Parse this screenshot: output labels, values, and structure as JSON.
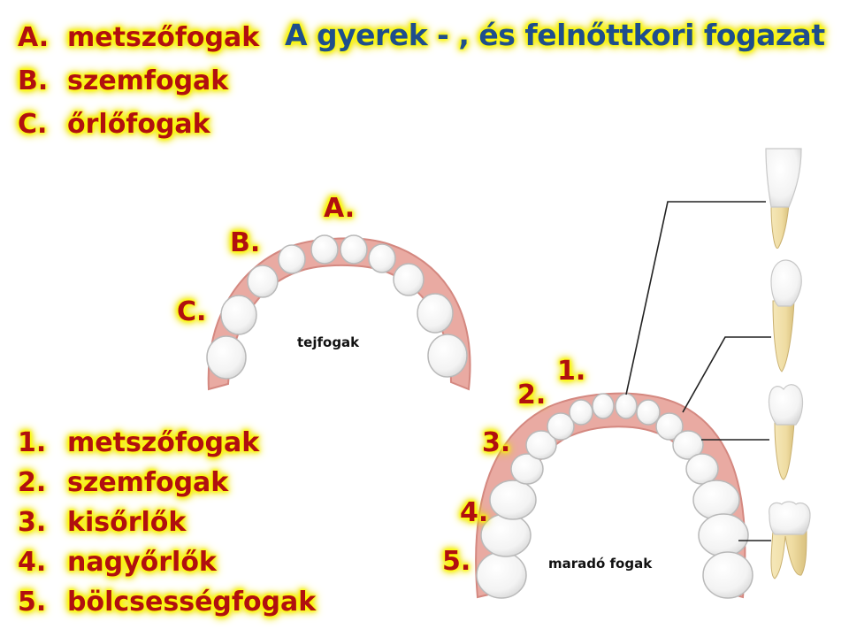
{
  "title": "A gyerek - , és felnőttkori fogazat",
  "milk_legend": [
    {
      "marker": "A.",
      "label": "metszőfogak"
    },
    {
      "marker": "B.",
      "label": "szemfogak"
    },
    {
      "marker": "C.",
      "label": "őrlőfogak"
    }
  ],
  "permanent_legend": [
    {
      "marker": "1.",
      "label": "metszőfogak"
    },
    {
      "marker": "2.",
      "label": "szemfogak"
    },
    {
      "marker": "3.",
      "label": "kisőrlők"
    },
    {
      "marker": "4.",
      "label": "nagyőrlők"
    },
    {
      "marker": "5.",
      "label": "bölcsességfogak"
    }
  ],
  "milk_diagram": {
    "caption": "tejfogak",
    "labels": [
      "A.",
      "B.",
      "C."
    ]
  },
  "permanent_diagram": {
    "caption": "maradó fogak",
    "labels": [
      "1.",
      "2.",
      "3.",
      "4.",
      "5."
    ]
  },
  "colors": {
    "title": "#1f4e8c",
    "label": "#b01010",
    "glow": "#ffff00",
    "gum": "#e8a8a0",
    "tooth": "#f7f7f7",
    "root": "#efdfa8"
  },
  "icons": [
    "incisor-icon",
    "canine-icon",
    "premolar-icon",
    "molar-icon"
  ]
}
